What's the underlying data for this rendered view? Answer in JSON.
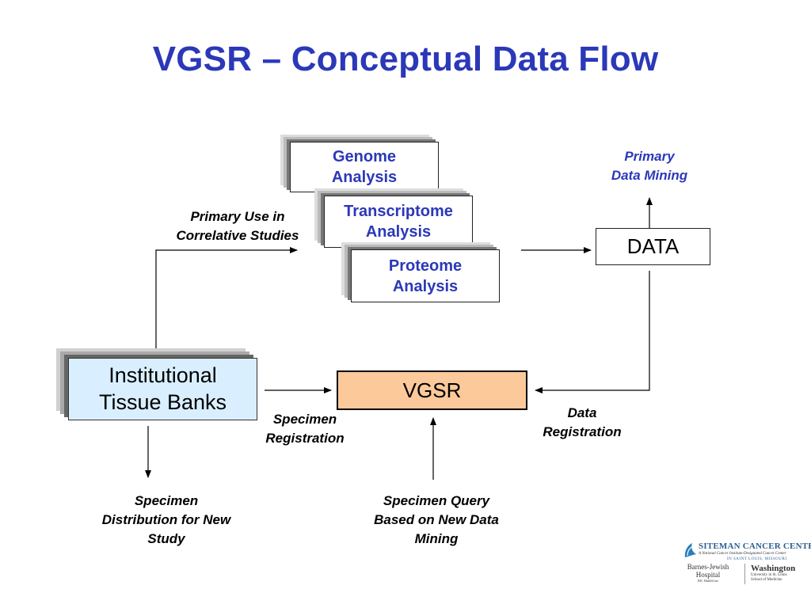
{
  "title": "VGSR – Conceptual Data Flow",
  "colors": {
    "title": "#2b38b8",
    "stack_text": "#2b38b8",
    "vgsr_fill": "#fcc99b",
    "tissue_fill": "#d9efff"
  },
  "nodes": {
    "genome": "Genome\nAnalysis",
    "transcriptome": "Transcriptome\nAnalysis",
    "proteome": "Proteome\nAnalysis",
    "data": "DATA",
    "vgsr": "VGSR",
    "tissue_banks": "Institutional\nTissue Banks"
  },
  "labels": {
    "primary_data_mining": "Primary\nData Mining",
    "primary_use": "Primary Use in\nCorrelative Studies",
    "specimen_registration": "Specimen\nRegistration",
    "data_registration": "Data\nRegistration",
    "specimen_distribution": "Specimen\nDistribution for New\nStudy",
    "specimen_query": "Specimen Query\nBased on New Data\nMining"
  },
  "logo": {
    "name": "SITEMAN CANCER CENTER",
    "subtitle": "A National Cancer Institute-Designated Cancer Center",
    "location": "IN SAINT LOUIS, MISSOURI",
    "hospital": "Barnes-Jewish\nHospital",
    "hospital_tag": "BJC HealthCare",
    "university": "Washington",
    "university_sub": "University in St. Louis",
    "school": "School of Medicine"
  }
}
